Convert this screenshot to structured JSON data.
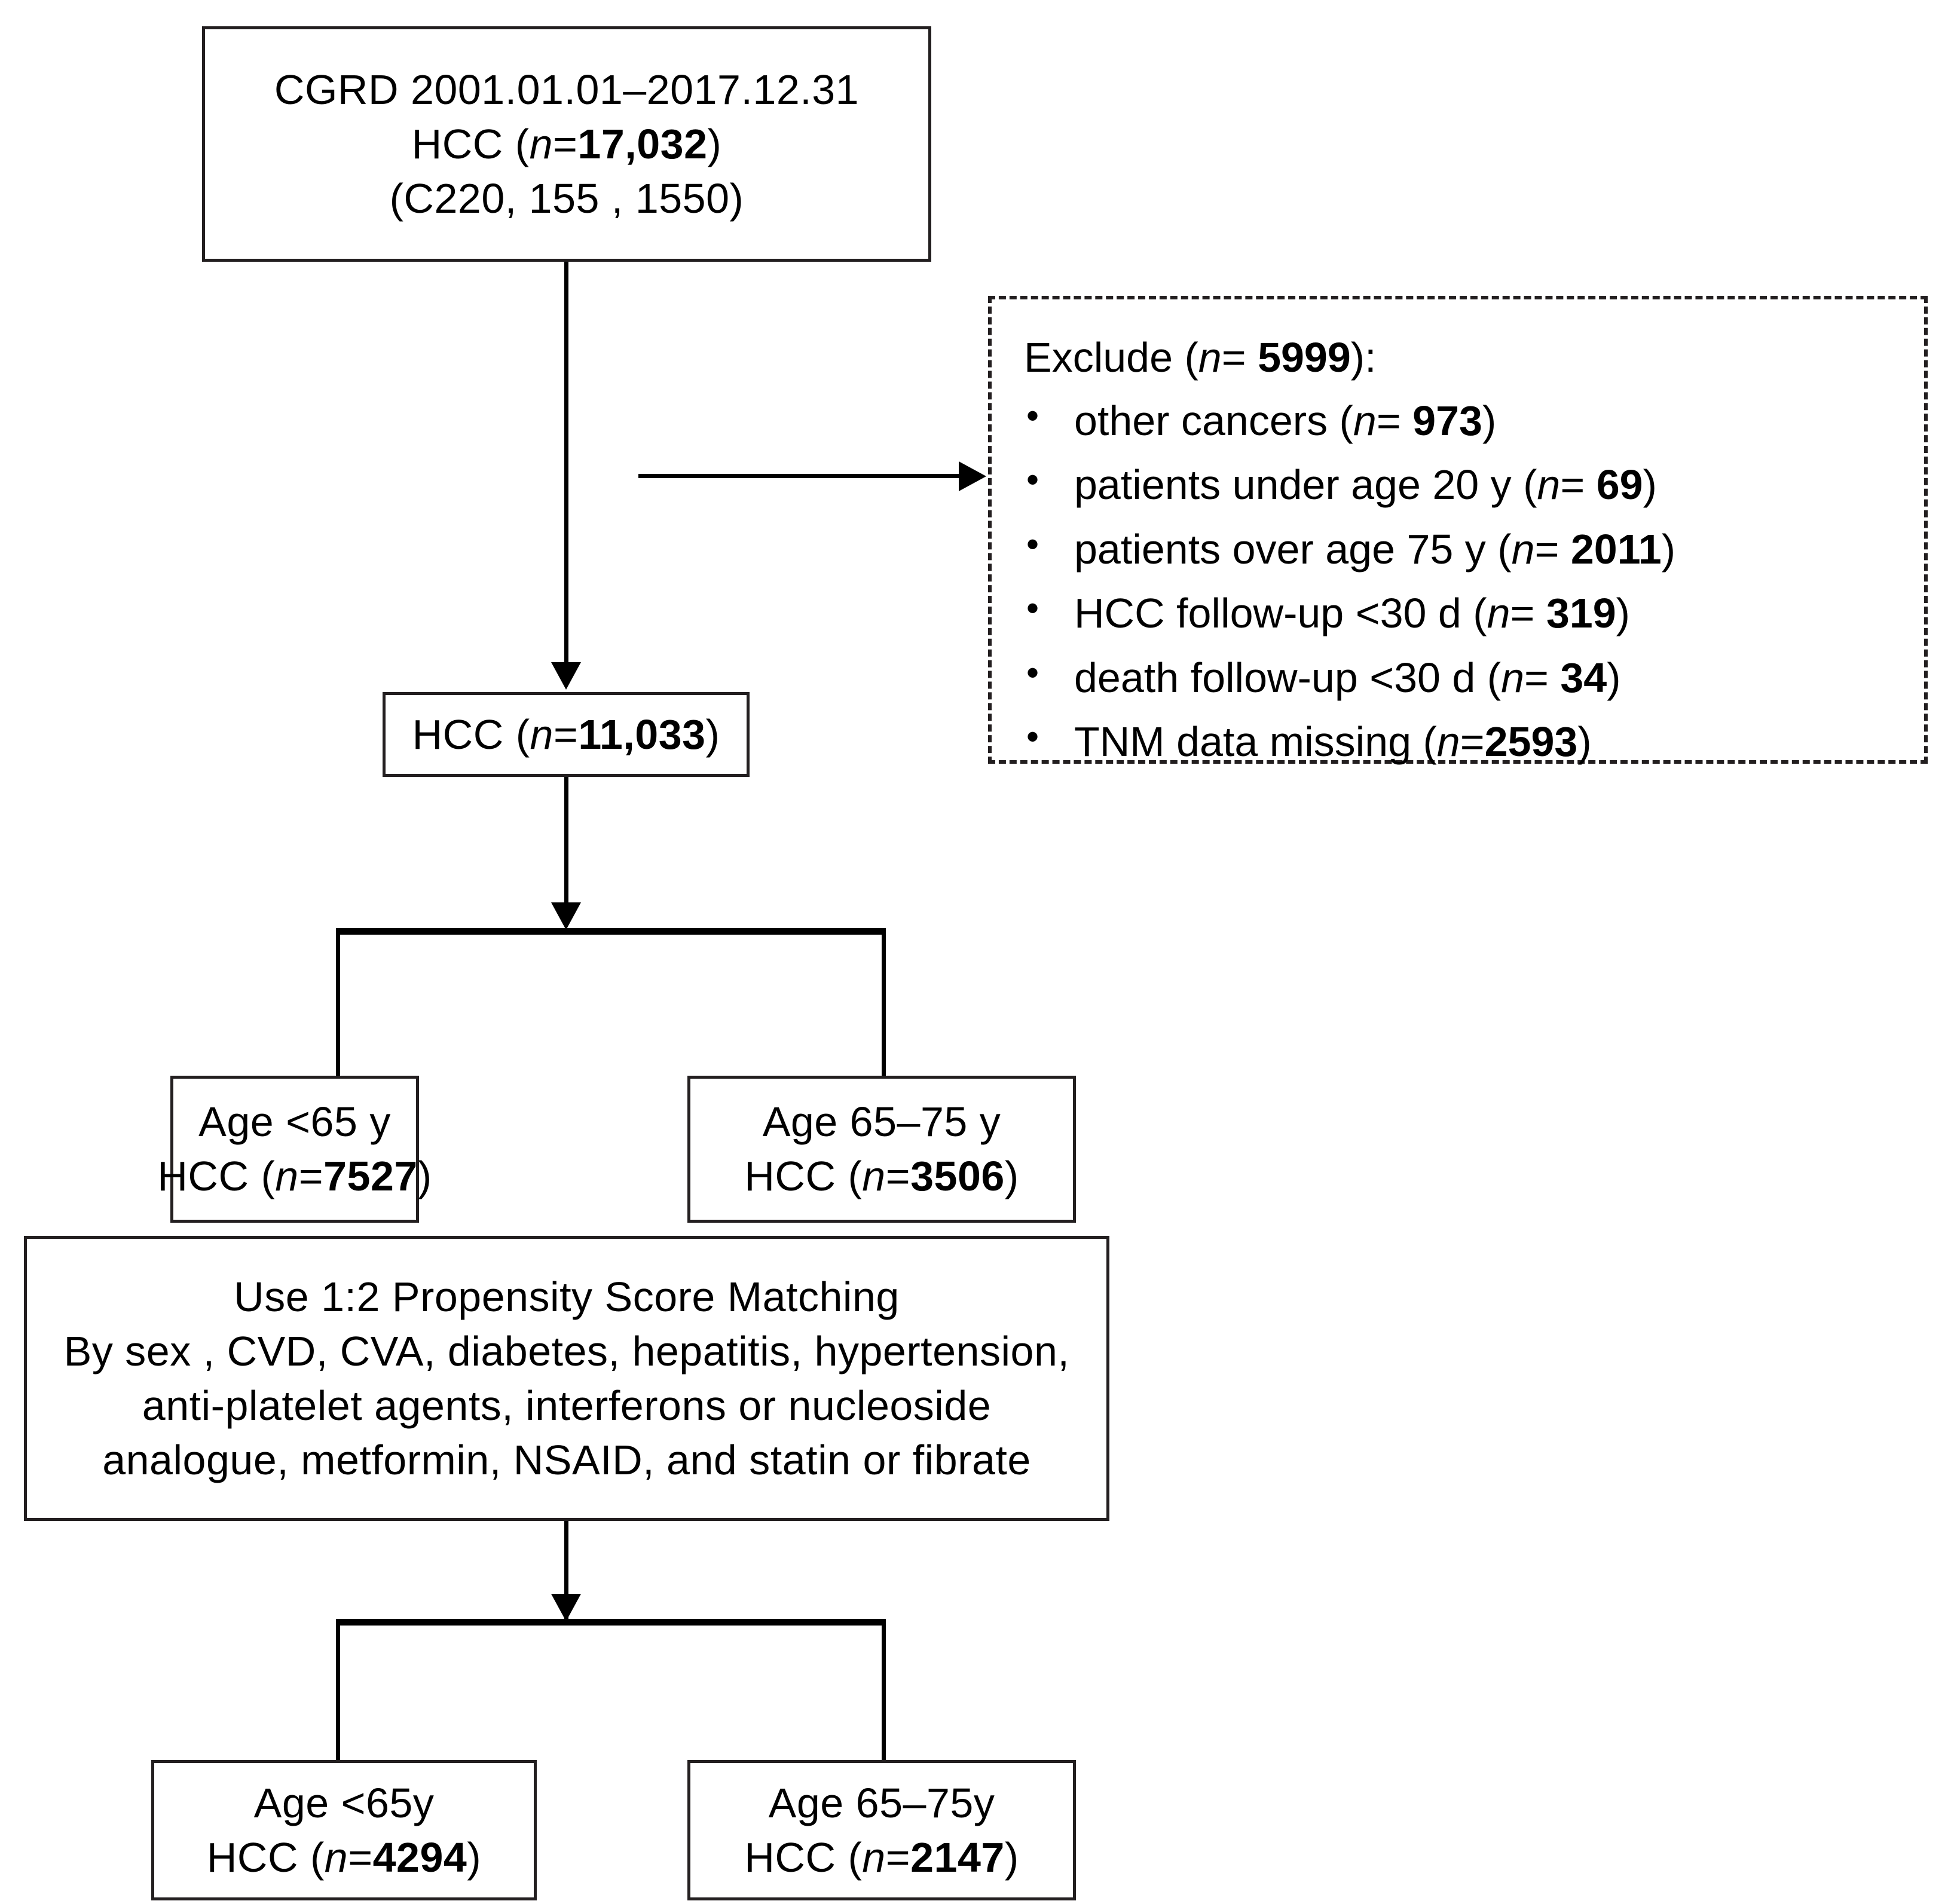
{
  "diagram": {
    "title": "HCC patient selection flowchart",
    "accent_color": "#000000",
    "box_border_color": "#231f20",
    "background_color": "#ffffff"
  },
  "nodes": {
    "source_cohort": {
      "lines": [
        "CGRD 2001.01.01–2017.12.31",
        "HCC (n=17,032)",
        "(C220,  155 , 1550)"
      ],
      "line1": "CGRD 2001.01.01–2017.12.31",
      "line2_prefix": "HCC (",
      "line2_var": "n",
      "line2_eq": "=",
      "line2_value": "17,032",
      "line2_suffix": ")",
      "line3": "(C220,  155 , 1550)"
    },
    "eligible_cohort": {
      "prefix": "HCC (",
      "var": "n",
      "eq": "=",
      "value": "11,033",
      "suffix": ")"
    },
    "age_under_65_prematch": {
      "line1": "Age <65 y",
      "line2_prefix": "HCC (",
      "line2_var": "n",
      "line2_eq": "=",
      "line2_value": "7527",
      "line2_suffix": ")"
    },
    "age_65_75_prematch": {
      "line1": "Age 65–75 y",
      "line2_prefix": "HCC (",
      "line2_var": "n",
      "line2_eq": "=",
      "line2_value": "3506",
      "line2_suffix": ")"
    },
    "propensity_matching": {
      "lines": [
        "Use 1:2 Propensity Score Matching",
        "By sex , CVD, CVA, diabetes, hepatitis, hypertension,",
        "anti-platelet agents, interferons or nucleoside",
        "analogue, metformin, NSAID, and statin or fibrate"
      ],
      "line1": "Use 1:2 Propensity Score Matching",
      "line2": "By sex , CVD, CVA, diabetes, hepatitis, hypertension,",
      "line3": "anti-platelet agents, interferons or nucleoside",
      "line4": "analogue, metformin, NSAID, and statin or fibrate"
    },
    "age_under_65_matched": {
      "line1": "Age <65y",
      "line2_prefix": "HCC (",
      "line2_var": "n",
      "line2_eq": "=",
      "line2_value": "4294",
      "line2_suffix": ")"
    },
    "age_65_75_matched": {
      "line1": "Age 65–75y",
      "line2_prefix": "HCC (",
      "line2_var": "n",
      "line2_eq": "=",
      "line2_value": "2147",
      "line2_suffix": ")"
    }
  },
  "exclusion_box": {
    "heading_prefix": "Exclude (",
    "heading_var": "n",
    "heading_eq": "= ",
    "heading_value": "5999",
    "heading_suffix": "):",
    "items": [
      {
        "label": "other cancers  (",
        "var": "n",
        "eq": "= ",
        "value": "973",
        "suffix": ")"
      },
      {
        "label": "patients under age 20 y (",
        "var": "n",
        "eq": "= ",
        "value": "69",
        "suffix": ")"
      },
      {
        "label": "patients over age 75 y (",
        "var": "n",
        "eq": "= ",
        "value": "2011",
        "suffix": ")"
      },
      {
        "label": "HCC follow-up  <30 d (",
        "var": "n",
        "eq": "= ",
        "value": "319",
        "suffix": ")"
      },
      {
        "label": "death follow-up <30 d (",
        "var": "n",
        "eq": "= ",
        "value": "34",
        "suffix": ")"
      },
      {
        "label": "TNM data missing (",
        "var": "n",
        "eq": "=",
        "value": "2593",
        "suffix": ")"
      }
    ]
  }
}
